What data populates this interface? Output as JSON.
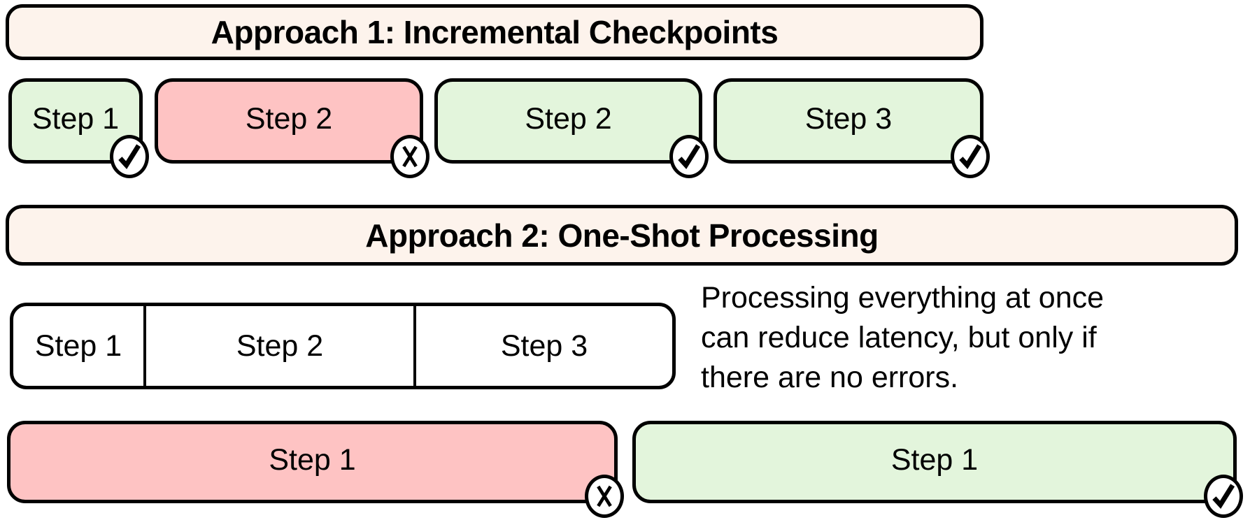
{
  "colors": {
    "header-bg": "#FDF3EC",
    "success-bg": "#E3F5DC",
    "error-bg": "#FEC3C3",
    "ink": "#000000",
    "paper": "#FFFFFF"
  },
  "approach1": {
    "title": "Approach 1: Incremental Checkpoints",
    "steps": [
      {
        "label": "Step 1",
        "status": "success",
        "badge": "check-icon"
      },
      {
        "label": "Step 2",
        "status": "error",
        "badge": "x-icon"
      },
      {
        "label": "Step 2",
        "status": "success",
        "badge": "check-icon"
      },
      {
        "label": "Step 3",
        "status": "success",
        "badge": "check-icon"
      }
    ]
  },
  "approach2": {
    "title": "Approach 2: One-Shot Processing",
    "plan_steps": [
      {
        "label": "Step 1"
      },
      {
        "label": "Step 2"
      },
      {
        "label": "Step 3"
      }
    ],
    "note_lines": [
      "Processing everything at once",
      "can reduce latency, but only if",
      "there are no errors."
    ],
    "attempts": [
      {
        "label": "Step 1",
        "status": "error",
        "badge": "x-icon"
      },
      {
        "label": "Step 1",
        "status": "success",
        "badge": "check-icon"
      }
    ]
  }
}
